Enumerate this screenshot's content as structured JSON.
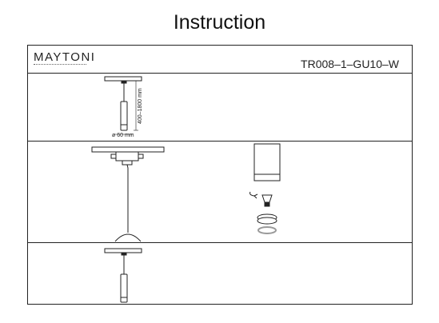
{
  "page": {
    "title": "Instruction"
  },
  "header": {
    "brand": "MAYTONI",
    "model": "TR008–1–GU10–W"
  },
  "dimensions": {
    "height_range": "400–1800 mm",
    "diameter": "ø 60 mm"
  },
  "colors": {
    "line": "#222222",
    "accent_gray": "#9a9a9a"
  }
}
